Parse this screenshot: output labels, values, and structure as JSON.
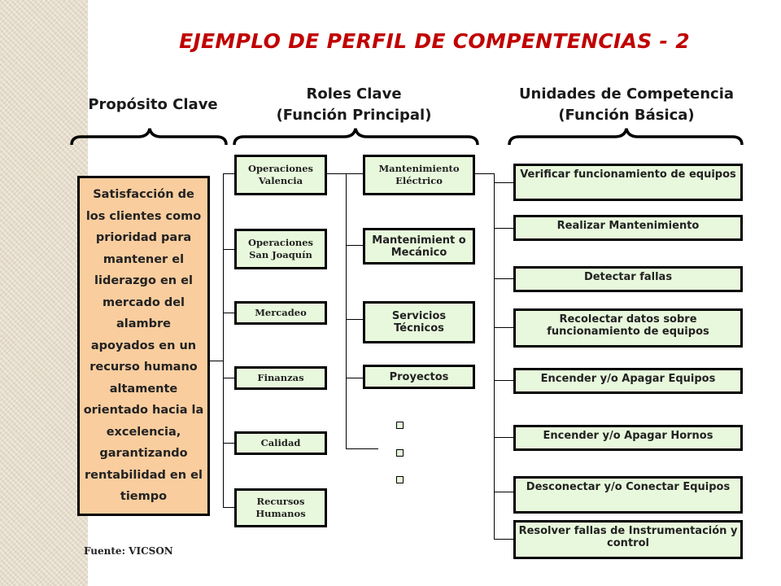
{
  "title": "EJEMPLO DE PERFIL DE COMPENTENCIAS - 2",
  "headers": {
    "proposito": "Propósito Clave",
    "roles_line1": "Roles Clave",
    "roles_line2": "(Función Principal)",
    "unidades_line1": "Unidades de Competencia",
    "unidades_line2": "(Función Básica)"
  },
  "purpose_text": "Satisfacción de los clientes como prioridad para mantener el liderazgo en el mercado del alambre apoyados en un recurso humano altamente orientado hacia la excelencia, garantizando rentabilidad en el tiempo",
  "areas": [
    "Operaciones Valencia",
    "Operaciones San Joaquín",
    "Mercadeo",
    "Finanzas",
    "Calidad",
    "Recursos Humanos"
  ],
  "roles": [
    "Mantenimiento Eléctrico",
    "Mantenimient o Mecánico",
    "Servicios Técnicos",
    "Proyectos"
  ],
  "units": [
    "Verificar funcionamiento de equipos",
    "Realizar Mantenimiento",
    "Detectar fallas",
    "Recolectar datos sobre funcionamiento de equipos",
    "Encender y/o Apagar Equipos",
    "Encender y/o Apagar Hornos",
    "Desconectar y/o Conectar Equipos",
    "Resolver fallas de Instrumentación y control"
  ],
  "source": "Fuente: VICSON",
  "colors": {
    "title": "#c00000",
    "purpose_fill": "#f9cd9e",
    "box_fill": "#e8f8dc",
    "border": "#000000"
  }
}
